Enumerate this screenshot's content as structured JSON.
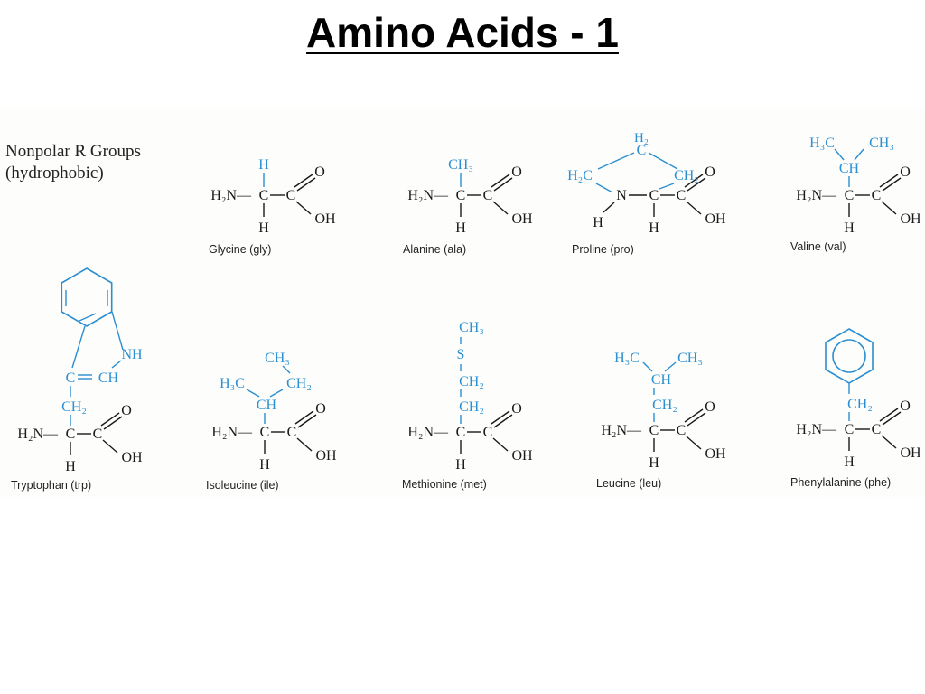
{
  "slide": {
    "title": "Amino Acids - 1"
  },
  "figure": {
    "heading_line1": "Nonpolar R Groups",
    "heading_line2": "(hydrophobic)",
    "colors": {
      "backbone": "#1a1a1a",
      "r_group": "#2b8fd1",
      "caption": "#222222"
    },
    "backbone_labels": {
      "amino": "H₂N—",
      "alpha_carbon": "C",
      "carboxyl_carbon": "C",
      "oxygen": "O",
      "hydroxyl": "OH",
      "hydrogen": "H"
    },
    "amino_acids": [
      {
        "name": "Glycine",
        "abbr": "(gly)",
        "r_group": [
          "H"
        ]
      },
      {
        "name": "Alanine",
        "abbr": "(ala)",
        "r_group": [
          "CH₃"
        ]
      },
      {
        "name": "Proline",
        "abbr": "(pro)",
        "r_group": [
          "H₂",
          "C",
          "H₂C",
          "CH₂",
          "N",
          "H"
        ]
      },
      {
        "name": "Valine",
        "abbr": "(val)",
        "r_group": [
          "H₃C",
          "CH₃",
          "CH"
        ]
      },
      {
        "name": "Tryptophan",
        "abbr": "(trp)",
        "r_group": [
          "NH",
          "C",
          "CH",
          "CH₂"
        ]
      },
      {
        "name": "Isoleucine",
        "abbr": "(ile)",
        "r_group": [
          "CH₃",
          "H₃C",
          "CH₂",
          "CH"
        ]
      },
      {
        "name": "Methionine",
        "abbr": "(met)",
        "r_group": [
          "CH₃",
          "S",
          "CH₂",
          "CH₂"
        ]
      },
      {
        "name": "Leucine",
        "abbr": "(leu)",
        "r_group": [
          "H₃C",
          "CH₃",
          "CH",
          "CH₂"
        ]
      },
      {
        "name": "Phenylalanine",
        "abbr": "(phe)",
        "r_group": [
          "CH₂"
        ]
      }
    ]
  }
}
